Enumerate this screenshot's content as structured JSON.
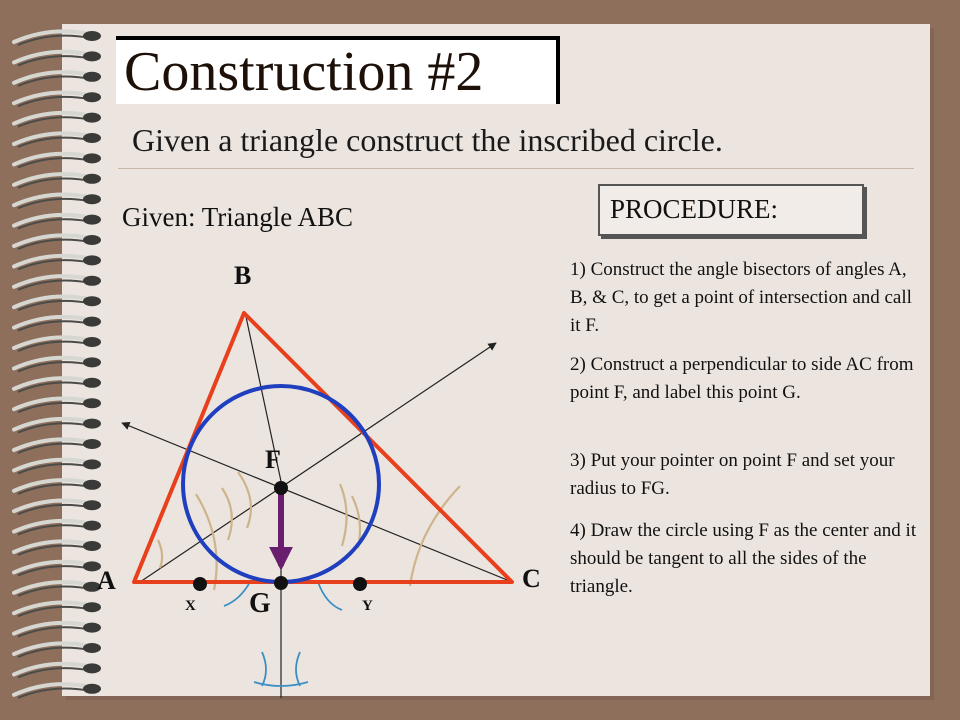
{
  "slide": {
    "title": "Construction #2",
    "subtitle": "Given a triangle construct the inscribed circle.",
    "given": "Given: Triangle ABC"
  },
  "procedure": {
    "heading": "PROCEDURE:",
    "steps": [
      "1) Construct the angle bisectors of angles A, B, & C, to get a point of intersection and call it F.",
      "2) Construct a perpendicular to side AC from point F, and label this point G.",
      "3) Put your pointer on point F and set your radius to FG.",
      "4) Draw the circle using F as the center and it should be tangent to all the sides of the triangle."
    ]
  },
  "diagram": {
    "labels": {
      "A": "A",
      "B": "B",
      "C": "C",
      "F": "F",
      "G": "G",
      "X": "X",
      "Y": "Y"
    },
    "colors": {
      "triangle": "#e8401c",
      "incircle": "#1f3fbf",
      "radius_arrow": "#6a1f6e",
      "arcs_tan": "#cdb48a",
      "arcs_blue": "#3a8fc4",
      "construction_lines": "#222222"
    }
  }
}
